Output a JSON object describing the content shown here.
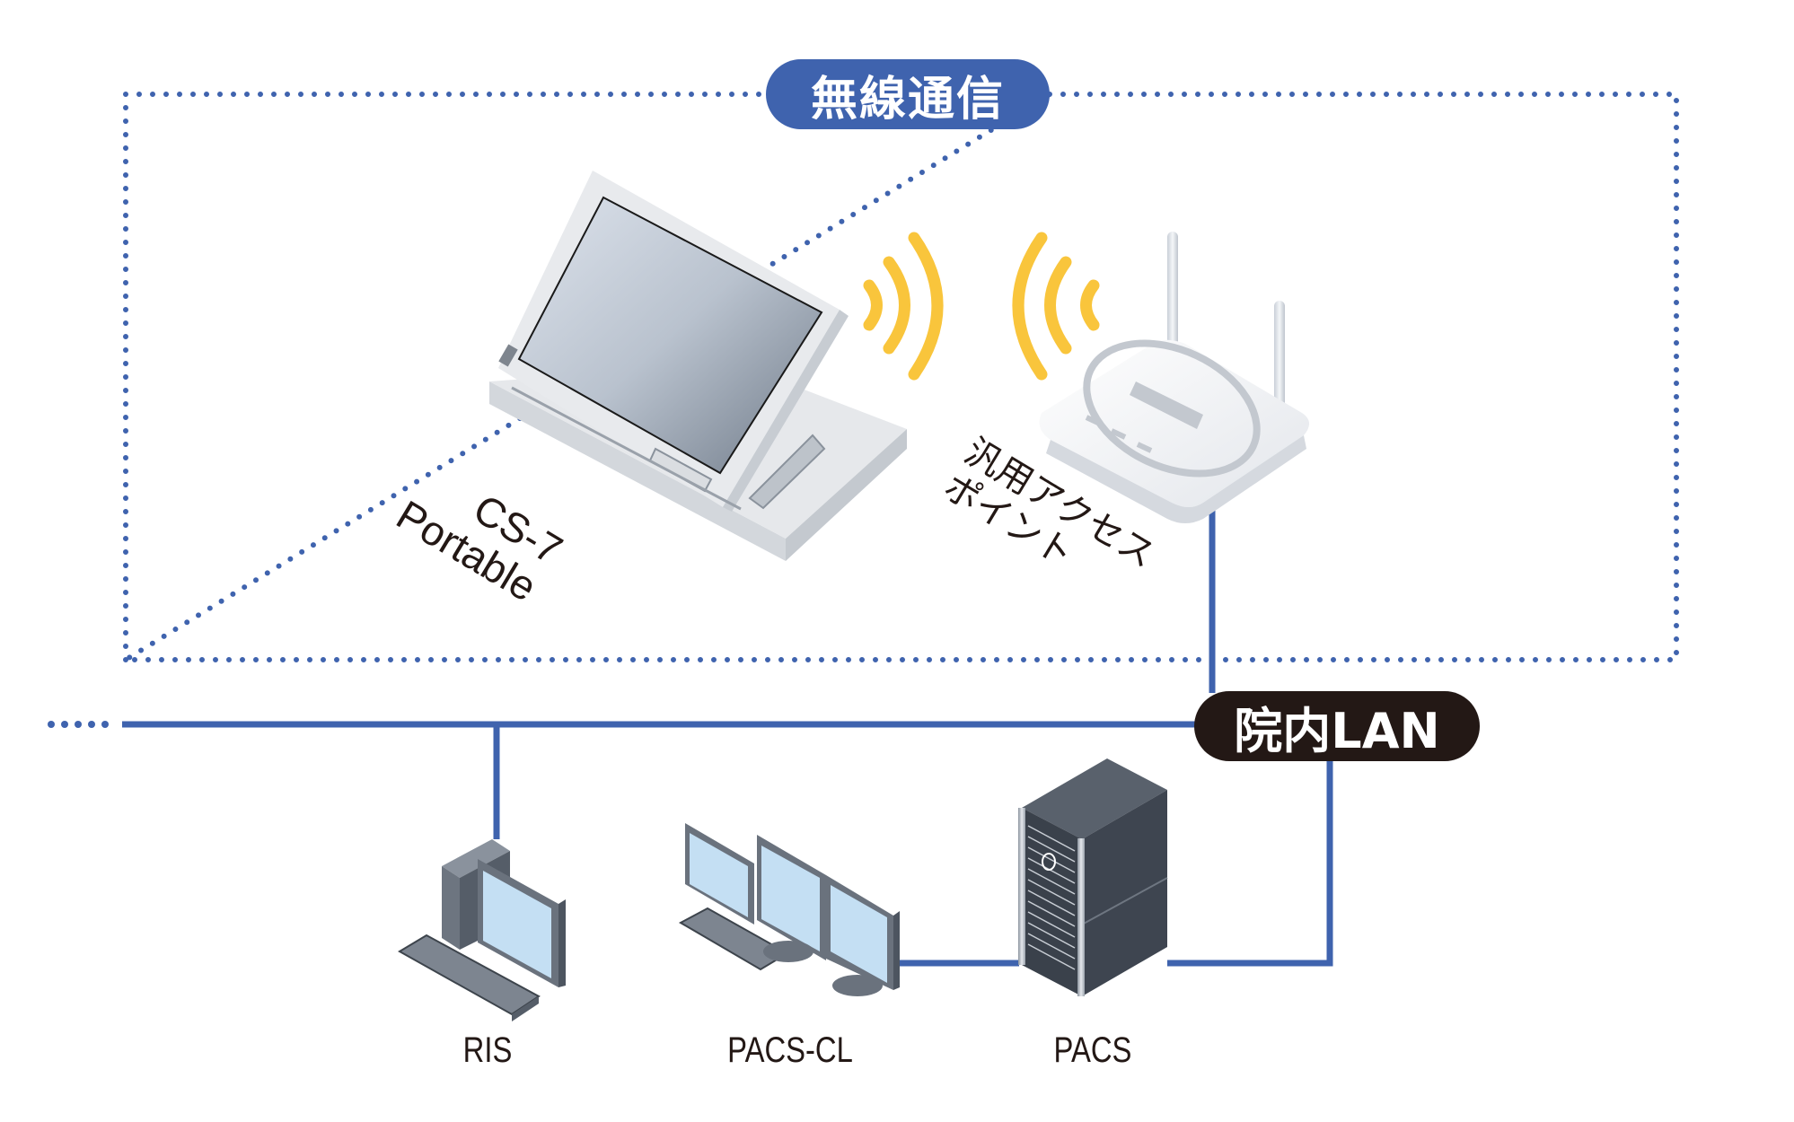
{
  "wireless_zone": {
    "label": "無線通信",
    "color": "#3F63AE"
  },
  "lan": {
    "label": "院内LAN",
    "badge_color": "#231815",
    "line_color": "#3F63AE"
  },
  "wave_color": "#F9C53C",
  "devices": {
    "portable": {
      "label_line1": "CS-7",
      "label_line2": "Portable",
      "icon": "tablet-laptop-icon"
    },
    "access_point": {
      "label_line1": "汎用アクセス",
      "label_line2": "ポイント",
      "icon": "wifi-router-icon"
    },
    "ris": {
      "label": "RIS",
      "icon": "desktop-pc-icon"
    },
    "pacs_cl": {
      "label": "PACS-CL",
      "icon": "triple-monitor-workstation-icon"
    },
    "pacs": {
      "label": "PACS",
      "icon": "server-rack-icon"
    }
  }
}
